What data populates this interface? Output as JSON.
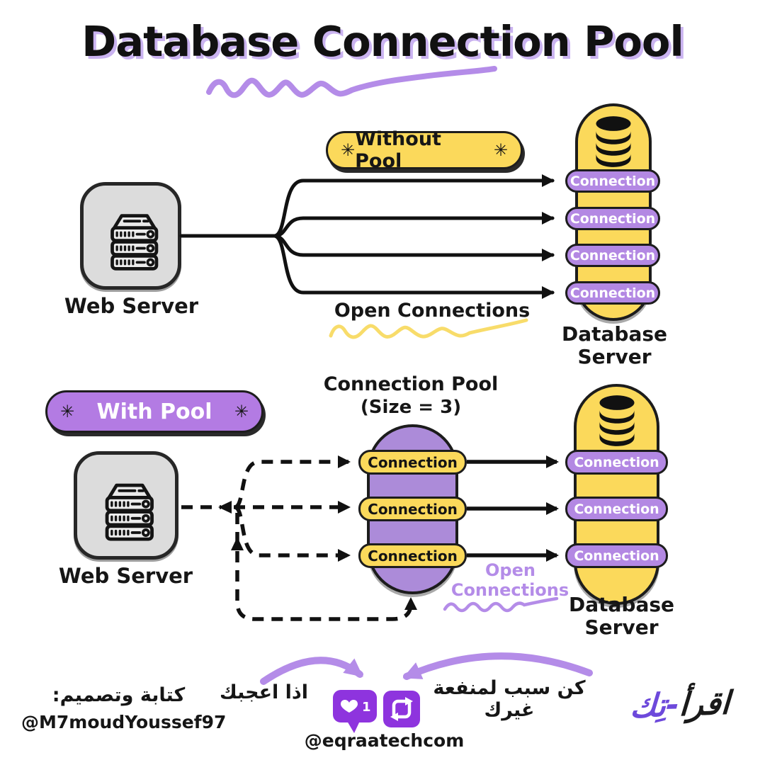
{
  "title": "Database Connection Pool",
  "asterisk": "✳",
  "without_pool": {
    "badge_label": "Without Pool",
    "web_server_label": "Web Server",
    "connections": [
      "Connection",
      "Connection",
      "Connection",
      "Connection"
    ],
    "open_connections_label": "Open Connections",
    "database_server_label": "Database Server"
  },
  "with_pool": {
    "badge_label": "With Pool",
    "pool_title": "Connection Pool",
    "pool_size": "(Size = 3)",
    "web_server_label": "Web Server",
    "pool_connections": [
      "Connection",
      "Connection",
      "Connection"
    ],
    "db_connections": [
      "Connection",
      "Connection",
      "Connection"
    ],
    "open_connections_line1": "Open",
    "open_connections_line2": "Connections",
    "database_server_line1": "Database",
    "database_server_line2": "Server"
  },
  "footer": {
    "like_prompt_arabic": "اذا اعجبك",
    "share_prompt_arabic": "كن سبب لمنفعة غيرك",
    "like_count": "1",
    "account_handle": "@eqraatechcom",
    "credit_label_arabic": "كتابة وتصميم:",
    "designer_handle": "@M7moudYoussef97",
    "logo_black": "اقرأ",
    "logo_purple": "-تِك"
  },
  "colors": {
    "yellow": "#FBD95B",
    "connection_purple": "#B388E3",
    "pool_purple": "#AC8BD9",
    "accent_purple": "#B48CE8",
    "social_purple": "#8E34DE",
    "logo_purple": "#6D49DB",
    "server_gray": "#DCDCDC",
    "ink": "#1A1A1A"
  }
}
